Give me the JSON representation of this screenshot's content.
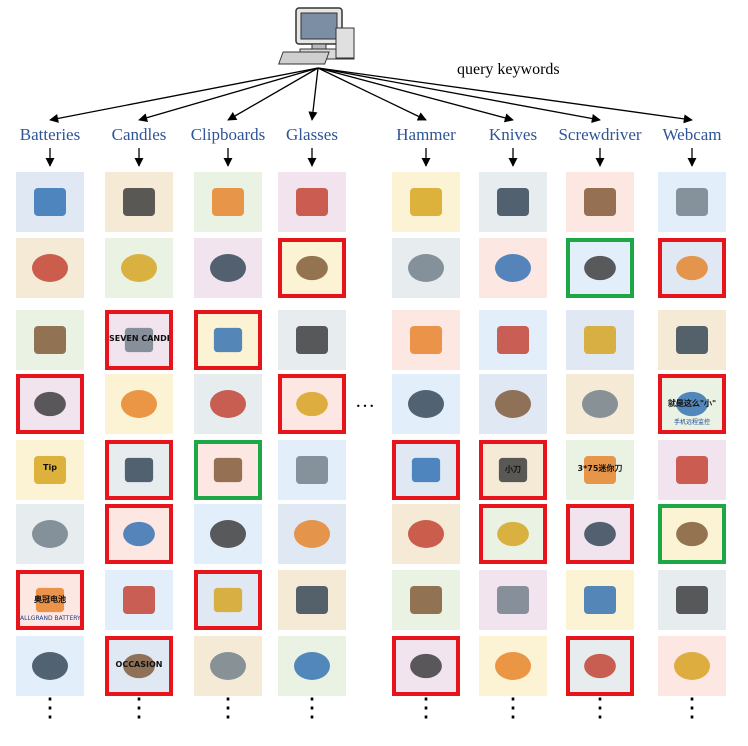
{
  "header": {
    "query_label": "query keywords",
    "middle_ellipsis": "…",
    "computer_icon": "desktop-computer-icon"
  },
  "categories": [
    {
      "label": "Batteries"
    },
    {
      "label": "Candles"
    },
    {
      "label": "Clipboards"
    },
    {
      "label": "Glasses"
    },
    {
      "label": "Hammer"
    },
    {
      "label": "Knives"
    },
    {
      "label": "Screwdriver"
    },
    {
      "label": "Webcam"
    }
  ],
  "border_colors": {
    "red": "#e8141b",
    "green": "#1ea746",
    "label_blue": "#2f5597"
  },
  "grid": [
    {
      "category": "Batteries",
      "cells": [
        {
          "border": "none",
          "icon": "battery-row-photo"
        },
        {
          "border": "none",
          "icon": "battery-cartoon-icon"
        },
        {
          "border": "none",
          "icon": "coin-cell-photo"
        },
        {
          "border": "red",
          "icon": "circuit-wire-photo"
        },
        {
          "border": "none",
          "icon": "battery-app-icon",
          "caption": "Tip"
        },
        {
          "border": "none",
          "icon": "car-battery-photo"
        },
        {
          "border": "red",
          "icon": "brand-logo-icon",
          "caption": "奥冠电池",
          "caption2": "ALLGRAND BATTERY"
        },
        {
          "border": "none",
          "icon": "aa-battery-photo"
        }
      ]
    },
    {
      "category": "Candles",
      "cells": [
        {
          "border": "none",
          "icon": "lit-candles-photo"
        },
        {
          "border": "none",
          "icon": "candle-holder-photo"
        },
        {
          "border": "red",
          "icon": "logo-text-icon",
          "caption": "SEVEN CANDLES"
        },
        {
          "border": "none",
          "icon": "candle-cartoon-icon"
        },
        {
          "border": "red",
          "icon": "stamp-seal-icon"
        },
        {
          "border": "red",
          "icon": "box-package-photo"
        },
        {
          "border": "none",
          "icon": "earth-space-photo"
        },
        {
          "border": "red",
          "icon": "occasion-sign-icon",
          "caption": "OCCASION"
        }
      ]
    },
    {
      "category": "Clipboards",
      "cells": [
        {
          "border": "none",
          "icon": "clipboard-pen-icon"
        },
        {
          "border": "none",
          "icon": "clipboard-hands-icon"
        },
        {
          "border": "red",
          "icon": "laptop-desk-photo"
        },
        {
          "border": "none",
          "icon": "clipboard-paper-photo"
        },
        {
          "border": "green",
          "icon": "pushpin-icon"
        },
        {
          "border": "none",
          "icon": "clipboard-blank-photo"
        },
        {
          "border": "red",
          "icon": "doctor-photo"
        },
        {
          "border": "none",
          "icon": "clipboard-green-icon"
        }
      ]
    },
    {
      "category": "Glasses",
      "cells": [
        {
          "border": "none",
          "icon": "eyeglasses-photo"
        },
        {
          "border": "red",
          "icon": "insect-logo-icon"
        },
        {
          "border": "none",
          "icon": "round-glasses-icon"
        },
        {
          "border": "red",
          "icon": "woman-photo"
        },
        {
          "border": "none",
          "icon": "black-frames-photo"
        },
        {
          "border": "none",
          "icon": "sunglasses-chain-photo"
        },
        {
          "border": "none",
          "icon": "glasses-circle-icon"
        },
        {
          "border": "none",
          "icon": "red-sunglasses-photo"
        }
      ]
    },
    {
      "category": "Hammer",
      "cells": [
        {
          "border": "none",
          "icon": "thor-hammer-icon"
        },
        {
          "border": "none",
          "icon": "gavel-yellow-icon"
        },
        {
          "border": "none",
          "icon": "claw-hammer-photo"
        },
        {
          "border": "none",
          "icon": "hammer-set-photo"
        },
        {
          "border": "red",
          "icon": "band-logo-icon"
        },
        {
          "border": "none",
          "icon": "man-poster-photo"
        },
        {
          "border": "none",
          "icon": "crossed-hammers-icon"
        },
        {
          "border": "red",
          "icon": "red-phone-photo"
        }
      ]
    },
    {
      "category": "Knives",
      "cells": [
        {
          "border": "none",
          "icon": "knife-set-photo"
        },
        {
          "border": "none",
          "icon": "dagger-icon"
        },
        {
          "border": "none",
          "icon": "scalpel-photo"
        },
        {
          "border": "none",
          "icon": "blade-photo"
        },
        {
          "border": "red",
          "icon": "calligraphy-icon",
          "caption": "小刀"
        },
        {
          "border": "red",
          "icon": "scooter-photo"
        },
        {
          "border": "none",
          "icon": "pocket-knife-photo"
        },
        {
          "border": "none",
          "icon": "utility-knife-photo"
        }
      ]
    },
    {
      "category": "Screwdriver",
      "cells": [
        {
          "border": "none",
          "icon": "screwdriver-photo"
        },
        {
          "border": "green",
          "icon": "power-drill-photo"
        },
        {
          "border": "none",
          "icon": "screwdriver-cartoon-icon"
        },
        {
          "border": "none",
          "icon": "yellow-screwdriver-photo"
        },
        {
          "border": "none",
          "icon": "screwdriver-pair-photo",
          "caption": "3*75迷你刀"
        },
        {
          "border": "red",
          "icon": "blue-yellow-driver-photo"
        },
        {
          "border": "none",
          "icon": "screwdriver-set-photo"
        },
        {
          "border": "red",
          "icon": "tool-kit-photo"
        }
      ]
    },
    {
      "category": "Webcam",
      "cells": [
        {
          "border": "none",
          "icon": "security-camera-photo"
        },
        {
          "border": "red",
          "icon": "app-screens-icon"
        },
        {
          "border": "none",
          "icon": "dome-camera-photo"
        },
        {
          "border": "red",
          "icon": "ad-banner-icon",
          "caption": "就是这么\"小\"",
          "caption2": "手机远程监控"
        },
        {
          "border": "none",
          "icon": "webcam-round-icon"
        },
        {
          "border": "green",
          "icon": "monitor-desk-photo"
        },
        {
          "border": "none",
          "icon": "clip-webcam-photo"
        },
        {
          "border": "none",
          "icon": "sphere-webcam-photo"
        }
      ]
    }
  ],
  "bottom_ellipsis": "⋮"
}
